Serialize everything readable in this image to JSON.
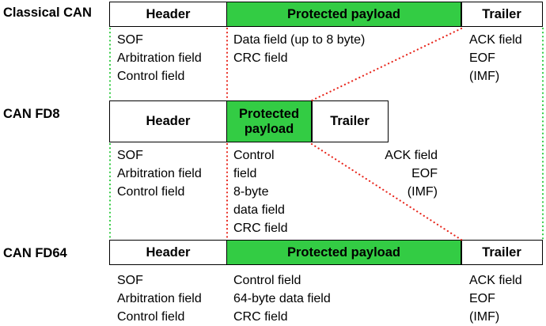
{
  "rows": [
    {
      "label": "Classical CAN",
      "segments": {
        "header": "Header",
        "payload": "Protected payload",
        "trailer": "Trailer"
      },
      "header_fields": [
        "SOF",
        "Arbitration field",
        "Control field"
      ],
      "payload_fields": [
        "Data field (up to 8 byte)",
        "CRC field"
      ],
      "trailer_fields": [
        "ACK field",
        "EOF",
        "(IMF)"
      ]
    },
    {
      "label": "CAN FD8",
      "segments": {
        "header": "Header",
        "payload": "Protected payload",
        "trailer": "Trailer"
      },
      "header_fields": [
        "SOF",
        "Arbitration field",
        "Control field"
      ],
      "payload_fields": [
        "Control",
        "field",
        "8-byte",
        "data field",
        "CRC field"
      ],
      "trailer_fields": [
        "ACK field",
        "EOF",
        "(IMF)"
      ]
    },
    {
      "label": "CAN FD64",
      "segments": {
        "header": "Header",
        "payload": "Protected payload",
        "trailer": "Trailer"
      },
      "header_fields": [
        "SOF",
        "Arbitration field",
        "Control field"
      ],
      "payload_fields": [
        "Control field",
        "64-byte data field",
        "CRC field"
      ],
      "trailer_fields": [
        "ACK field",
        "EOF",
        "(IMF)"
      ]
    }
  ],
  "colors": {
    "payload": "#33cc44",
    "red_guide": "#e8281e",
    "green_guide": "#33cc44"
  }
}
